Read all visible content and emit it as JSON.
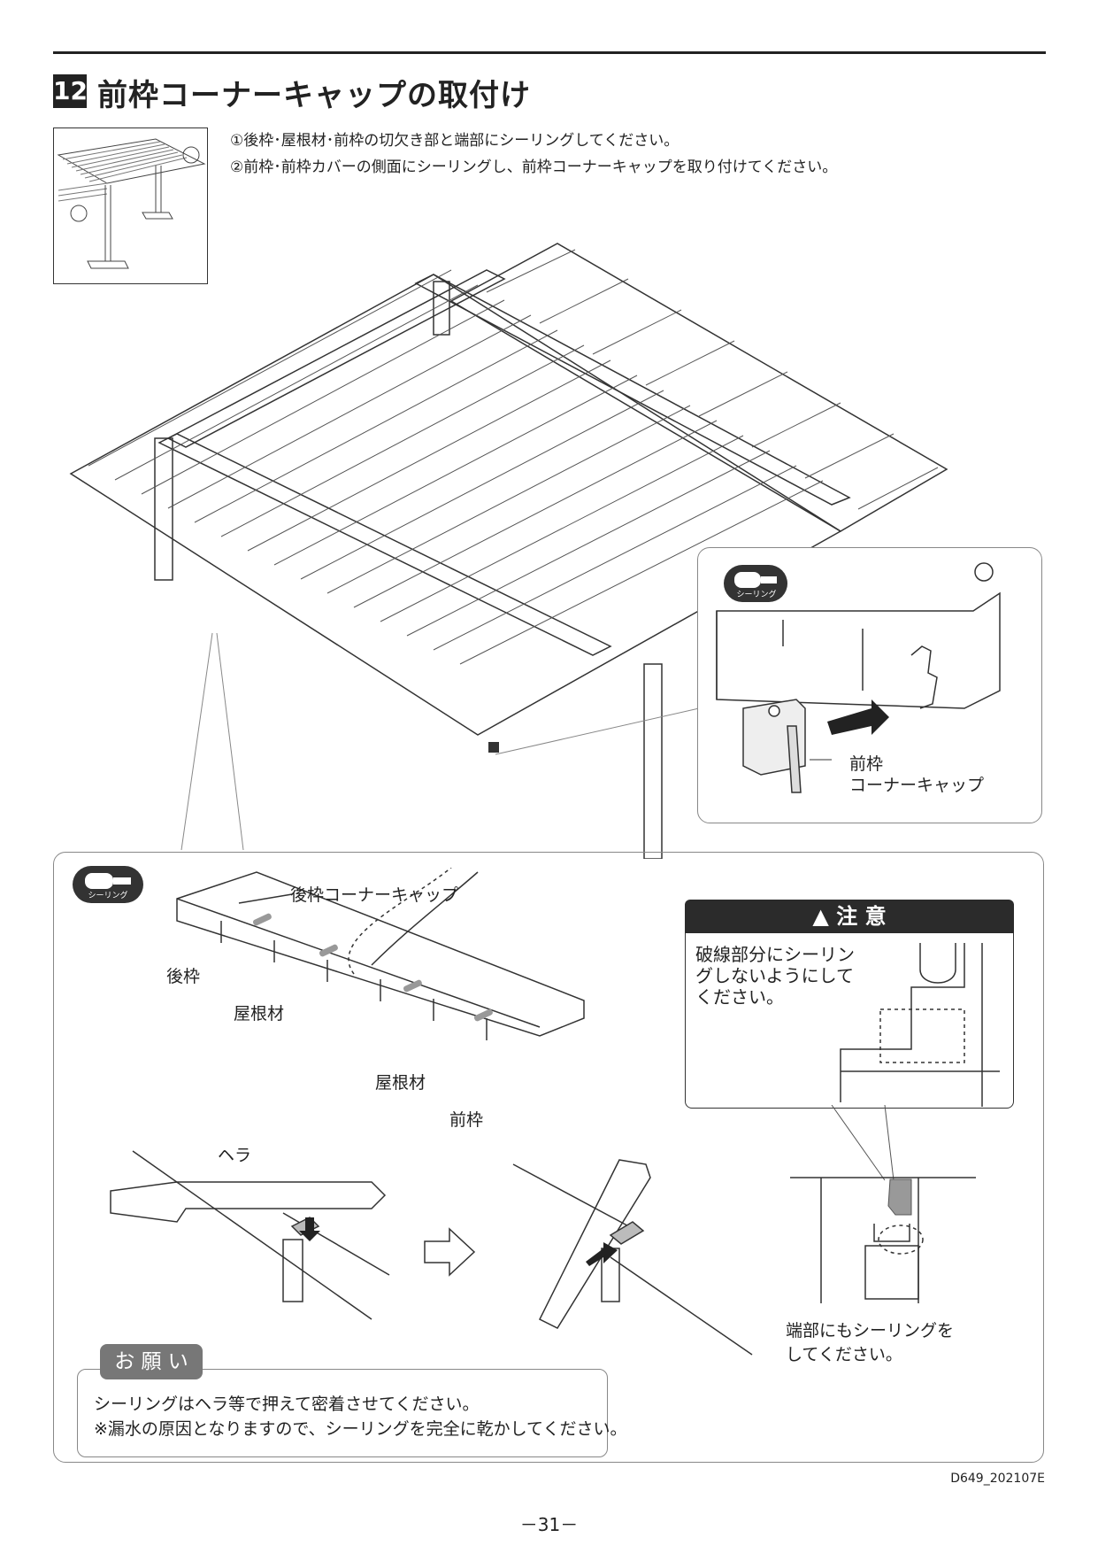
{
  "header": {
    "step_number": "12",
    "title": "前枠コーナーキャップの取付け"
  },
  "instructions": [
    "①後枠･屋根材･前枠の切欠き部と端部にシーリングしてください。",
    "②前枠･前枠カバーの側面にシーリングし、前枠コーナーキャップを取り付けてください。"
  ],
  "detail_top": {
    "badge": "シーリング",
    "part_label_line1": "前枠",
    "part_label_line2": "コーナーキャップ"
  },
  "detail_bottom": {
    "badge": "シーリング",
    "labels": {
      "rear_corner_cap": "後枠コーナーキャップ",
      "rear_frame": "後枠",
      "roof_material_1": "屋根材",
      "roof_material_2": "屋根材",
      "front_frame": "前枠",
      "spatula": "ヘラ"
    },
    "end_note": "端部にもシーリングをしてください。"
  },
  "caution": {
    "heading": "注 意",
    "text": "破線部分にシーリングしないようにしてください。"
  },
  "request": {
    "heading": "お 願 い",
    "line1": "シーリングはヘラ等で押えて密着させてください。",
    "line2": "※漏水の原因となりますので、シーリングを完全に乾かしてください。"
  },
  "footer": {
    "doc_code": "D649_202107E",
    "page": "－31－"
  }
}
